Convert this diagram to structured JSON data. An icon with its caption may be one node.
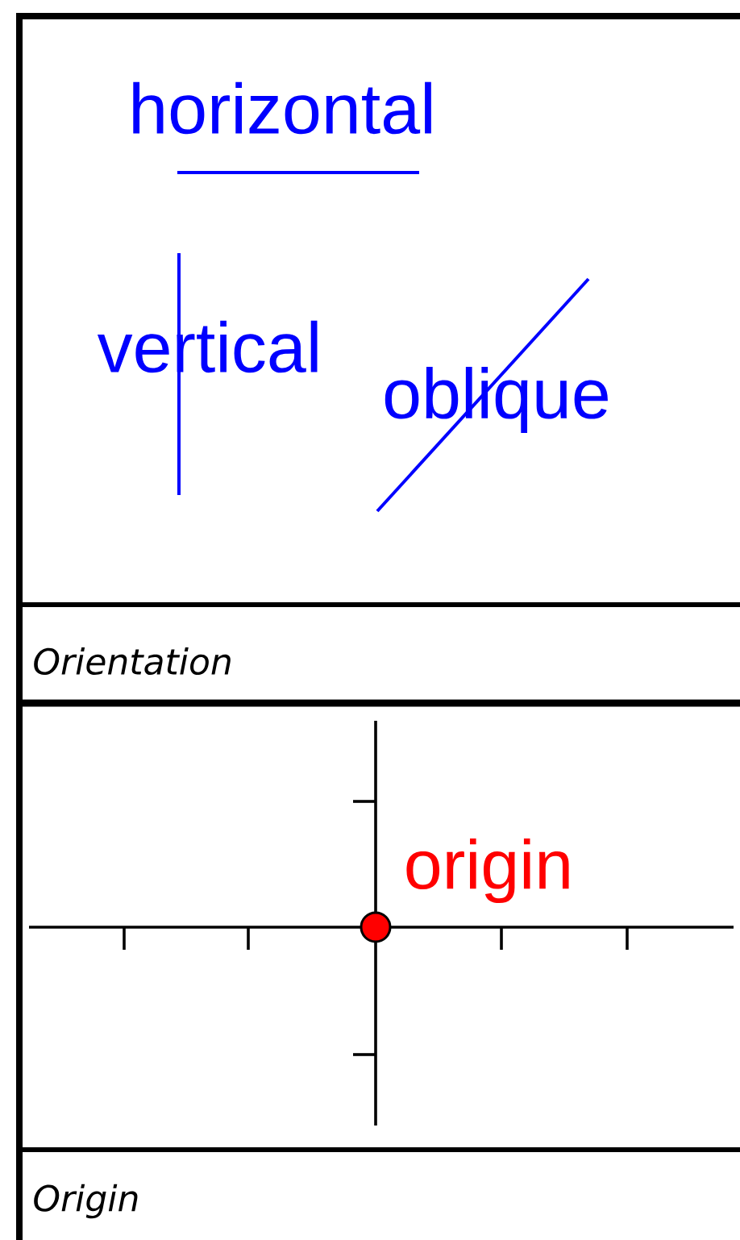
{
  "diagram": {
    "labels": [
      "horizontal",
      "vertical",
      "oblique",
      "Orientation",
      "origin",
      "Origin"
    ]
  }
}
